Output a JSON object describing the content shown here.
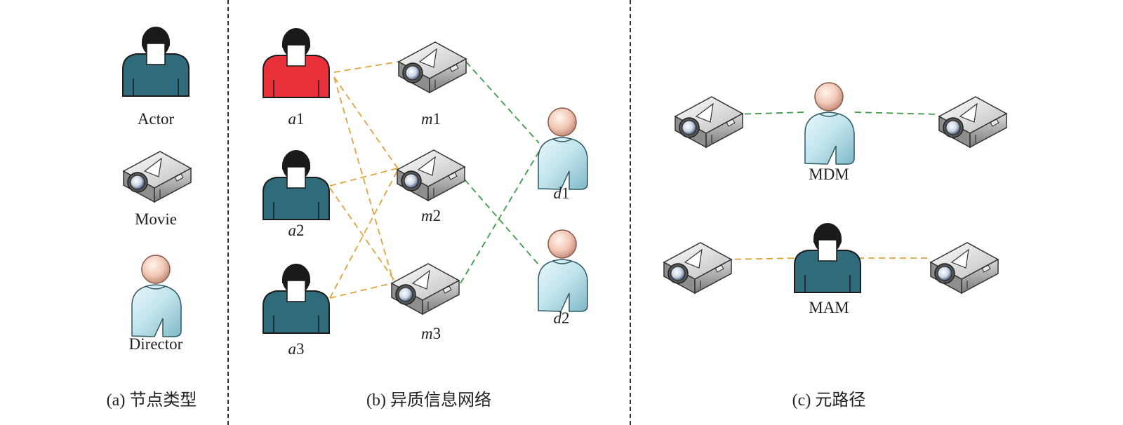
{
  "panels": {
    "a": {
      "caption": "(a) 节点类型",
      "legend": [
        "Actor",
        "Movie",
        "Director"
      ]
    },
    "b": {
      "caption": "(b) 异质信息网络",
      "actors": [
        {
          "var": "a",
          "num": "1"
        },
        {
          "var": "a",
          "num": "2"
        },
        {
          "var": "a",
          "num": "3"
        }
      ],
      "movies": [
        {
          "var": "m",
          "num": "1"
        },
        {
          "var": "m",
          "num": "2"
        },
        {
          "var": "m",
          "num": "3"
        }
      ],
      "directors": [
        {
          "var": "d",
          "num": "1"
        },
        {
          "var": "d",
          "num": "2"
        }
      ]
    },
    "c": {
      "caption": "(c) 元路径",
      "paths": [
        "MDM",
        "MAM"
      ]
    }
  },
  "colors": {
    "actor_highlight": "#e8303a",
    "actor_default": "#2f6b7a",
    "director_body": "#cfe9f0",
    "director_head": "#f2c8b6",
    "movie_edge": "#3f9a4c",
    "actor_edge": "#e0a43c"
  },
  "icons": [
    "actor-icon",
    "movie-icon",
    "director-icon"
  ]
}
